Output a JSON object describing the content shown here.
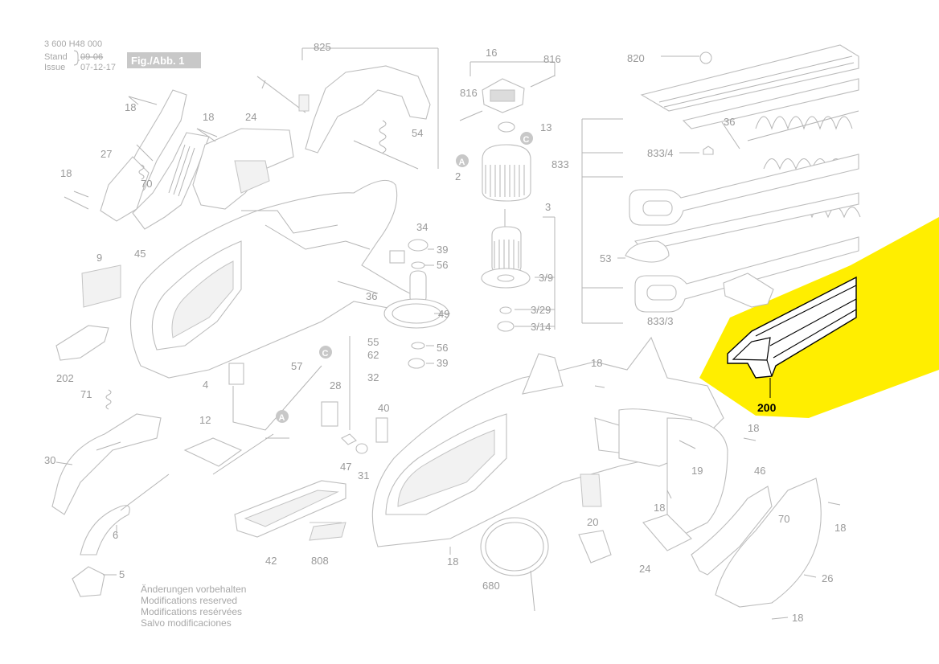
{
  "header": {
    "part_number": "3 600 H48 000",
    "stand_label": "Stand",
    "stand_value": "09-06",
    "issue_label": "Issue",
    "issue_value": "07-12-17",
    "figure_label": "Fig./Abb. 1"
  },
  "notes": [
    "Änderungen vorbehalten",
    "Modifications reserved",
    "Modifications resérvées",
    "Salvo modificaciones"
  ],
  "highlight": {
    "label": "200",
    "color": "#ffee00"
  },
  "callouts": {
    "c825": "825",
    "c16": "16",
    "c816a": "816",
    "c816b": "816",
    "c13": "13",
    "c2": "2",
    "c3": "3",
    "c820": "820",
    "c36a": "36",
    "c833_4": "833/4",
    "c833": "833",
    "c53": "53",
    "c833_3": "833/3",
    "c18a": "18",
    "c18b": "18",
    "c24a": "24",
    "c54": "54",
    "c27": "27",
    "c18c": "18",
    "c70a": "70",
    "c45": "45",
    "c9": "9",
    "c202": "202",
    "c71": "71",
    "c34": "34",
    "c39a": "39",
    "c56a": "56",
    "c36b": "36",
    "c3_9": "3/9",
    "c49": "49",
    "c3_29": "3/29",
    "c3_14": "3/14",
    "c56b": "56",
    "c39b": "39",
    "c55": "55",
    "c62": "62",
    "c57": "57",
    "c28": "28",
    "c32": "32",
    "c4": "4",
    "c12": "12",
    "c40": "40",
    "c47": "47",
    "c31": "31",
    "c30": "30",
    "c6": "6",
    "c5": "5",
    "c42": "42",
    "c808": "808",
    "c18d": "18",
    "c680": "680",
    "c20": "20",
    "c18e": "18",
    "c18f": "18",
    "c19": "19",
    "c18g": "18",
    "c24b": "24",
    "c46": "46",
    "c70b": "70",
    "c18h": "18",
    "c26": "26",
    "c18i": "18"
  },
  "markers": {
    "a1": "A",
    "a2": "A",
    "c1": "C",
    "c2": "C"
  }
}
